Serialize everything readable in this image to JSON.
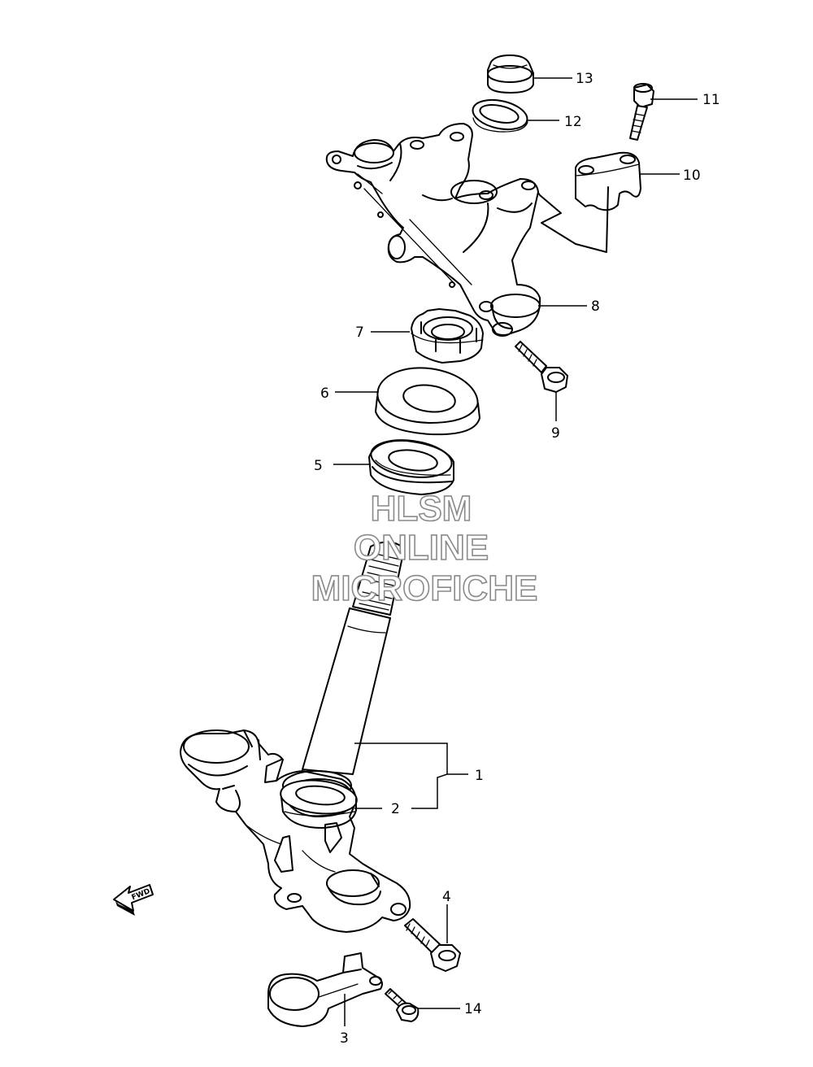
{
  "callouts": {
    "c1": "1",
    "c2": "2",
    "c3": "3",
    "c4": "4",
    "c5": "5",
    "c6": "6",
    "c7": "7",
    "c8": "8",
    "c9": "9",
    "c10": "10",
    "c11": "11",
    "c12": "12",
    "c13": "13",
    "c14": "14"
  },
  "watermark": {
    "line1": "HLSM",
    "line2": "ONLINE",
    "line3": "MICROFICHE"
  },
  "direction_arrow": {
    "label": "FWD"
  }
}
